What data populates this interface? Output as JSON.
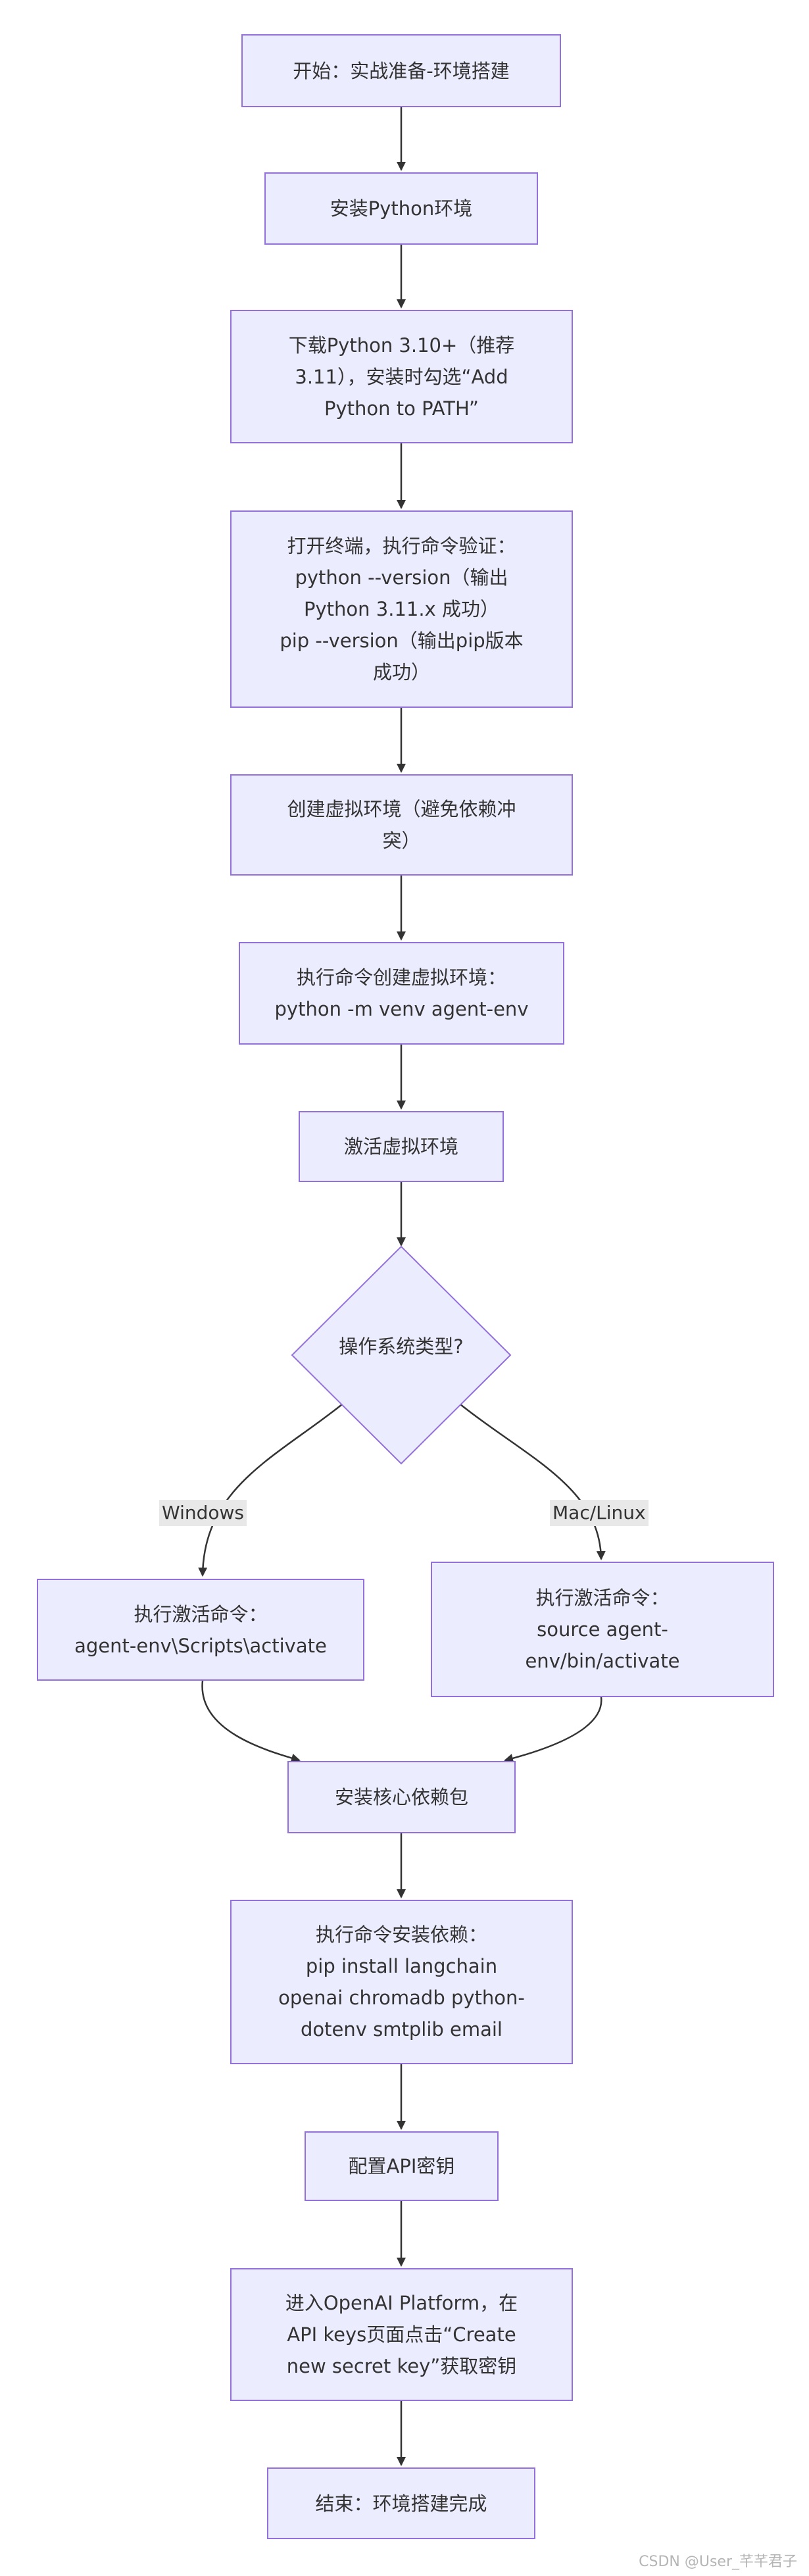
{
  "nodes": {
    "start": "开始：实战准备-环境搭建",
    "install_python": "安装Python环境",
    "download_python": [
      "下载Python 3.10+（推荐",
      "3.11），安装时勾选“Add",
      "Python to PATH”"
    ],
    "verify_commands": [
      "打开终端，执行命令验证：",
      "python --version（输出",
      "Python 3.11.x 成功）",
      "pip --version（输出pip版本",
      "成功）"
    ],
    "create_venv": [
      "创建虚拟环境（避免依赖冲",
      "突）"
    ],
    "venv_command": [
      "执行命令创建虚拟环境：",
      "python -m venv agent-env"
    ],
    "activate_venv": "激活虚拟环境",
    "os_decision": "操作系统类型?",
    "activate_windows": [
      "执行激活命令：",
      "agent-env\\Scripts\\activate"
    ],
    "activate_unix": [
      "执行激活命令：",
      "source agent-",
      "env/bin/activate"
    ],
    "install_deps": "安装核心依赖包",
    "deps_command": [
      "执行命令安装依赖：",
      "pip install langchain",
      "openai chromadb python-",
      "dotenv smtplib email"
    ],
    "config_api": "配置API密钥",
    "get_key": [
      "进入OpenAI Platform，在",
      "API keys页面点击“Create",
      "new secret key”获取密钥"
    ],
    "end": "结束：环境搭建完成"
  },
  "edge_labels": {
    "windows": "Windows",
    "mac_linux": "Mac/Linux"
  },
  "watermark": "CSDN @User_芊芊君子",
  "colors": {
    "node_fill": "#ECECFF",
    "node_stroke": "#9370DB",
    "edge": "#333333",
    "label_bg": "#e8e8e8"
  }
}
